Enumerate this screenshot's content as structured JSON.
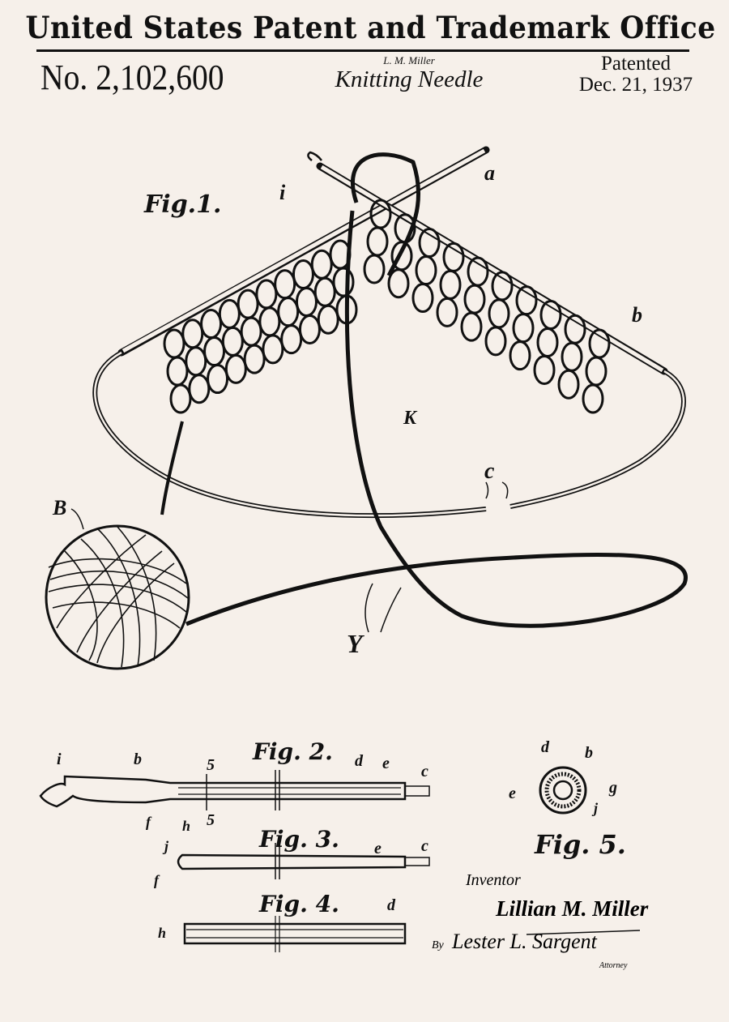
{
  "header": {
    "office": "United States Patent and Trademark Office",
    "patent_number": "No. 2,102,600",
    "inventor_short": "L. M. Miller",
    "title": "Knitting Needle",
    "patented_label": "Patented",
    "patented_date": "Dec. 21, 1937"
  },
  "fig1": {
    "label": "Fig.1.",
    "refs": {
      "i": "i",
      "a": "a",
      "b": "b",
      "K": "K",
      "c": "c",
      "B": "B",
      "Y": "Y"
    }
  },
  "fig2": {
    "label": "Fig. 2.",
    "refs": {
      "i": "i",
      "b": "b",
      "s1": "5",
      "s2": "5",
      "d": "d",
      "e": "e",
      "c": "c",
      "f": "f",
      "j": "j",
      "h": "h"
    }
  },
  "fig3": {
    "label": "Fig. 3.",
    "refs": {
      "e": "e",
      "c": "c",
      "f": "f"
    }
  },
  "fig4": {
    "label": "Fig. 4.",
    "refs": {
      "d": "d",
      "h": "h"
    }
  },
  "fig5": {
    "label": "Fig. 5.",
    "refs": {
      "d": "d",
      "b": "b",
      "e": "e",
      "g": "g",
      "j": "j"
    }
  },
  "signature": {
    "inventor_label": "Inventor",
    "inventor_name": "Lillian M. Miller",
    "by": "By",
    "attorney_name": "Lester L. Sargent",
    "attorney_label": "Attorney"
  },
  "colors": {
    "background": "#f6f0ea",
    "ink": "#111111"
  }
}
